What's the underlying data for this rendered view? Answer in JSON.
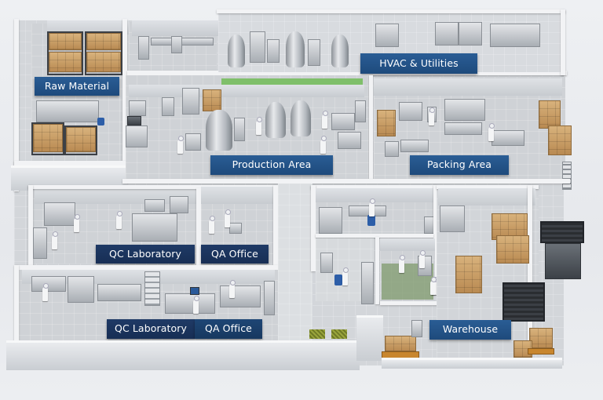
{
  "diagram": {
    "type": "isometric facility floor plan",
    "subject": "Pharmaceutical manufacturing facility layout",
    "label_color": "#1f4f86",
    "label_text_color": "#ffffff",
    "areas": [
      {
        "id": "raw-material",
        "label": "Raw Material"
      },
      {
        "id": "hvac-utilities",
        "label": "HVAC & Utilities"
      },
      {
        "id": "production-area",
        "label": "Production Area"
      },
      {
        "id": "packing-area",
        "label": "Packing Area"
      },
      {
        "id": "qc-laboratory-upper",
        "label": "QC Laboratory"
      },
      {
        "id": "qa-office-upper",
        "label": "QA Office"
      },
      {
        "id": "qc-laboratory-lower",
        "label": "QC Laboratory"
      },
      {
        "id": "qa-office-lower",
        "label": "QA Office"
      },
      {
        "id": "warehouse",
        "label": "Warehouse"
      }
    ]
  }
}
